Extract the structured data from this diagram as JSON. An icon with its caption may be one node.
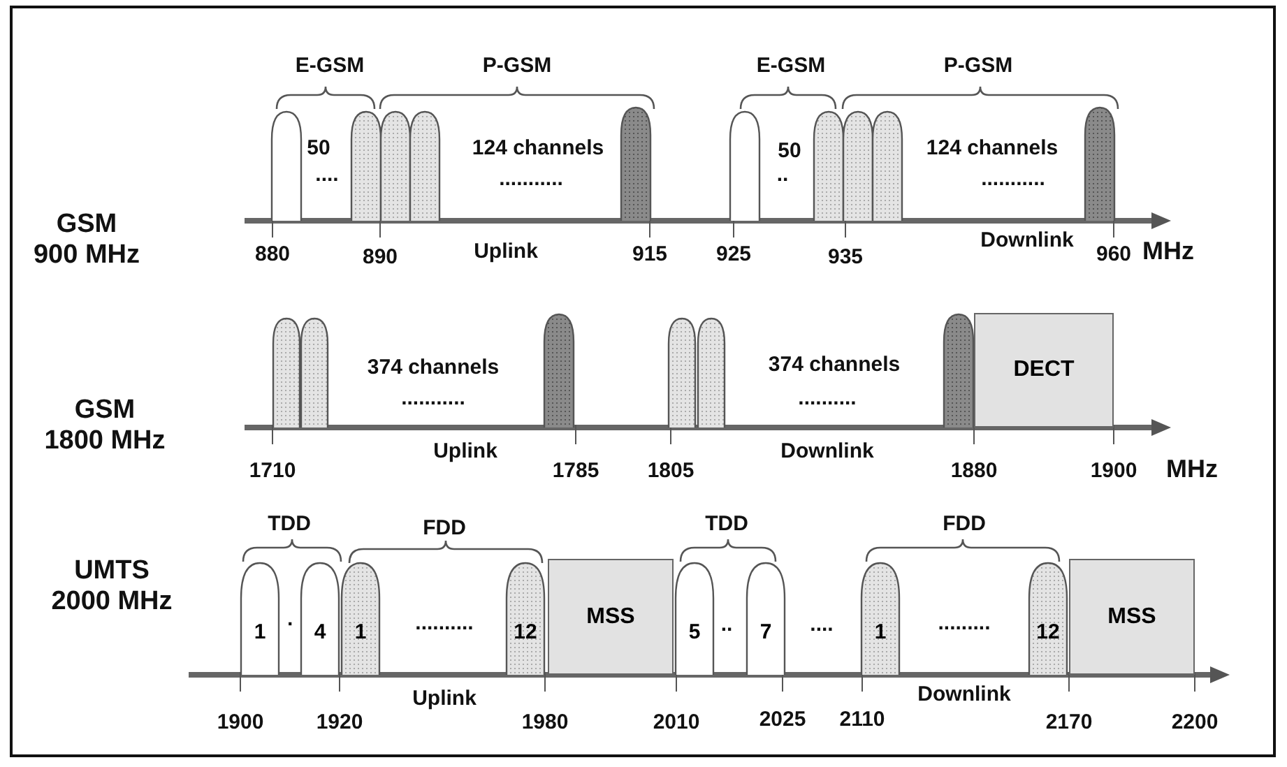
{
  "diagram": {
    "nodes": [
      {
        "text": [],
        "shape": "arch"
      },
      {
        "text": [],
        "shape": "arch"
      },
      {
        "text": [],
        "shape": "arch"
      },
      {
        "text": [],
        "shape": "arch"
      },
      {
        "text": [],
        "shape": "arch"
      },
      {
        "text": [],
        "shape": "arch"
      },
      {
        "text": [],
        "shape": "arch"
      },
      {
        "text": [],
        "shape": "arch"
      },
      {
        "text": [],
        "shape": "arch"
      },
      {
        "text": [],
        "shape": "arch"
      },
      {
        "text": [],
        "shape": "arch"
      },
      {
        "text": [],
        "shape": "arch"
      },
      {
        "text": [],
        "shape": "arch"
      },
      {
        "text": [],
        "shape": "arch"
      },
      {
        "text": [],
        "shape": "arch"
      },
      {
        "text": [],
        "shape": "arch"
      },
      {
        "text": [
          "DECT"
        ]
      },
      {
        "text": [
          "1"
        ]
      },
      {
        "text": [
          "4"
        ]
      },
      {
        "text": [
          "1"
        ]
      },
      {
        "text": [
          "12"
        ]
      },
      {
        "text": [
          "MSS"
        ]
      },
      {
        "text": [
          "5"
        ]
      },
      {
        "text": [
          "7"
        ]
      },
      {
        "text": [
          "1"
        ]
      },
      {
        "text": [
          "12"
        ]
      },
      {
        "text": [
          "MSS"
        ]
      }
    ],
    "labels": [
      "E-GSM",
      "P-GSM",
      "E-GSM",
      "P-GSM",
      "50",
      "124 channels",
      "50",
      "124 channels",
      "GSM 900 MHz",
      "....",
      "...........",
      "..",
      "...........",
      "880",
      "890",
      "Uplink",
      "915",
      "925",
      "935",
      "Downlink",
      "960",
      "MHz",
      "374 channels",
      "374 channels",
      "GSM 1800 MHz",
      "...........",
      "..........",
      "1710",
      "Uplink",
      "1785",
      "1805",
      "Downlink",
      "1880",
      "1900",
      "MHz",
      "TDD",
      "FDD",
      "TDD",
      "FDD",
      "UMTS 2000 MHz",
      "·",
      "..........",
      "..",
      "....",
      ".........",
      "1900",
      "1920",
      "Uplink",
      "1980",
      "2010",
      "2025",
      "2110",
      "Downlink",
      "2170",
      "2200"
    ]
  }
}
